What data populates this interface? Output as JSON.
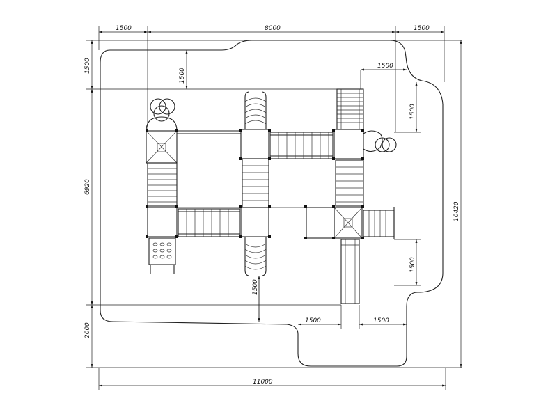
{
  "dimensions": {
    "top_left": "1500",
    "top_middle": "8000",
    "top_right": "1500",
    "left_top": "1500",
    "left_middle": "6920",
    "left_bottom": "2000",
    "right_total": "10420",
    "bottom_total": "11000",
    "inner_left_vertical": "1500",
    "inner_right_horizontal": "1500",
    "inner_right_vertical": "1500",
    "lower_right_vertical": "1500",
    "lower_middle_vertical": "1500",
    "lower_horizontal_left": "1500",
    "lower_horizontal_right": "1500"
  }
}
